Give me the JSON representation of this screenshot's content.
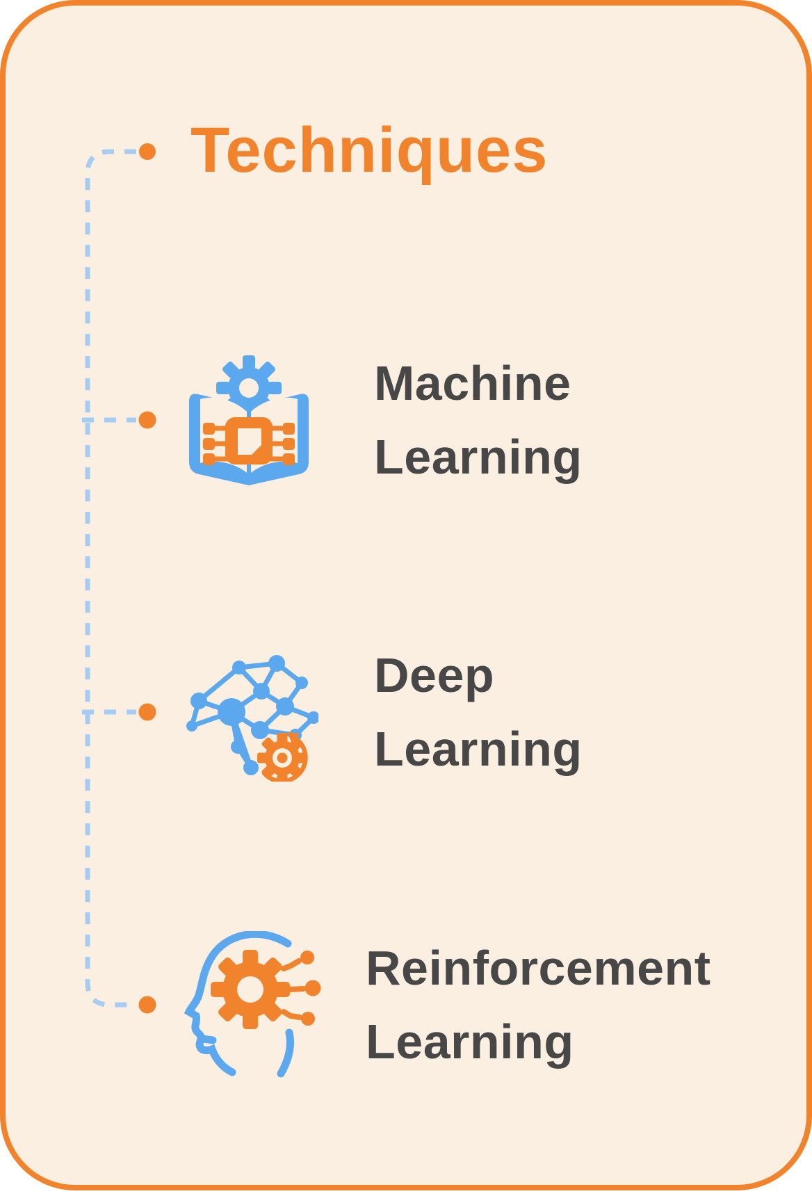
{
  "title": {
    "label": "Techniques"
  },
  "items": [
    {
      "id": "machine-learning",
      "icon": "book-gear-chip-icon",
      "lines": [
        "Machine",
        "Learning"
      ]
    },
    {
      "id": "deep-learning",
      "icon": "neural-network-gear-icon",
      "lines": [
        "Deep",
        "Learning"
      ]
    },
    {
      "id": "reinforcement-learning",
      "icon": "head-gear-circuit-icon",
      "lines": [
        "Reinforcement",
        "Learning"
      ]
    }
  ],
  "colors": {
    "card_background": "#FBEFE2",
    "card_border": "#F0832B",
    "accent_orange": "#F0832B",
    "icon_blue": "#5BA8EE",
    "connector_light_blue": "#A6CCF2",
    "text_dark": "#474747"
  }
}
